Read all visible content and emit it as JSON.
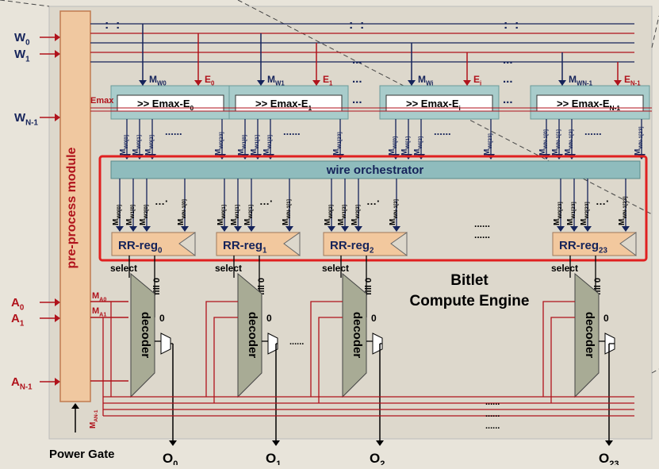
{
  "preprocess": {
    "label": "pre-process module"
  },
  "power_gate": {
    "label": "Power Gate"
  },
  "w_inputs": [
    {
      "base": "W",
      "sub": "0"
    },
    {
      "base": "W",
      "sub": "1"
    },
    {
      "base": "W",
      "sub": "N-1"
    }
  ],
  "a_inputs": [
    {
      "base": "A",
      "sub": "0"
    },
    {
      "base": "A",
      "sub": "1"
    },
    {
      "base": "A",
      "sub": "N-1"
    }
  ],
  "ma_labels": [
    {
      "base": "M",
      "sub": "A0"
    },
    {
      "base": "M",
      "sub": "A1"
    },
    {
      "base": "M",
      "sub": "AN-1"
    }
  ],
  "emax_label": "Emax",
  "emax_units": [
    {
      "op": ">> Emax-E",
      "sub": "0",
      "m_base": "M",
      "m_sub": "W0",
      "e_base": "E",
      "e_sub": "0",
      "taps": [
        {
          "b": "M",
          "s": "W0[0]"
        },
        {
          "b": "M",
          "s": "W0[1]"
        },
        {
          "b": "M",
          "s": "W0[2]"
        },
        {
          "b": "M",
          "s": "W0[23]"
        }
      ]
    },
    {
      "op": ">> Emax-E",
      "sub": "1",
      "m_base": "M",
      "m_sub": "W1",
      "e_base": "E",
      "e_sub": "1",
      "taps": [
        {
          "b": "M",
          "s": "W1[0]"
        },
        {
          "b": "M",
          "s": "W1[1]"
        },
        {
          "b": "M",
          "s": "W1[2]"
        },
        {
          "b": "M",
          "s": "W1[23]"
        }
      ]
    },
    {
      "op": ">> Emax-E",
      "sub": "i",
      "m_base": "M",
      "m_sub": "Wi",
      "e_base": "E",
      "e_sub": "i",
      "taps": [
        {
          "b": "M",
          "s": "Wi[0]"
        },
        {
          "b": "M",
          "s": "Wi[1]"
        },
        {
          "b": "M",
          "s": "Wi[2]"
        },
        {
          "b": "M",
          "s": "Wi[23]"
        }
      ]
    },
    {
      "op": ">> Emax-E",
      "sub": "N-1",
      "m_base": "M",
      "m_sub": "WN-1",
      "e_base": "E",
      "e_sub": "N-1",
      "taps": [
        {
          "b": "M",
          "s": "WN-1[0]"
        },
        {
          "b": "M",
          "s": "WN-1[1]"
        },
        {
          "b": "M",
          "s": "WN-1[2]"
        },
        {
          "b": "M",
          "s": "WN-1[23]"
        }
      ]
    }
  ],
  "wire_orchestrator": {
    "label": "wire orchestrator"
  },
  "rr_groups": [
    {
      "taps": [
        {
          "b": "M",
          "s": "W0[0]"
        },
        {
          "b": "M",
          "s": "W1[0]"
        },
        {
          "b": "M",
          "s": "W2[0]"
        },
        {
          "b": "M",
          "s": "WN-1[0]"
        }
      ]
    },
    {
      "taps": [
        {
          "b": "M",
          "s": "W0[1]"
        },
        {
          "b": "M",
          "s": "W1[1]"
        },
        {
          "b": "M",
          "s": "W2[1]"
        },
        {
          "b": "M",
          "s": "WN-1[1]"
        }
      ]
    },
    {
      "taps": [
        {
          "b": "M",
          "s": "W0[2]"
        },
        {
          "b": "M",
          "s": "W1[2]"
        },
        {
          "b": "M",
          "s": "W2[2]"
        },
        {
          "b": "M",
          "s": "WN-1[2]"
        }
      ]
    },
    {
      "taps": [
        {
          "b": "M",
          "s": "W0[23]"
        },
        {
          "b": "M",
          "s": "W1[23]"
        },
        {
          "b": "M",
          "s": "W2[23]"
        },
        {
          "b": "M",
          "s": "WN-1[23]"
        }
      ]
    }
  ],
  "rr_regs": [
    {
      "base": "RR-reg",
      "sub": "0"
    },
    {
      "base": "RR-reg",
      "sub": "1"
    },
    {
      "base": "RR-reg",
      "sub": "2"
    },
    {
      "base": "RR-reg",
      "sub": "23"
    }
  ],
  "select_label": "select",
  "fill_label": "fill 0",
  "decoder_label": "decoder",
  "zero_label": "0",
  "ellipsis": "…",
  "dots": "......",
  "engine_title": [
    "Bitlet",
    "Compute Engine"
  ],
  "outputs": [
    {
      "base": "O",
      "sub": "0"
    },
    {
      "base": "O",
      "sub": "1"
    },
    {
      "base": "O",
      "sub": "2"
    },
    {
      "base": "O",
      "sub": "23"
    }
  ],
  "colors": {
    "background": "#e8e4da",
    "panel": "#ddd8cc",
    "preprocess": "#f0c8a0",
    "emax_box": "#a8cccb",
    "emax_inner": "#ffffff",
    "orchestrator": "#8fbcbd",
    "rr_reg": "#f2c89e",
    "highlight": "#e02020",
    "red_wire": "#b0121b",
    "navy_wire": "#15235a",
    "decoder": "#a8ab95"
  }
}
